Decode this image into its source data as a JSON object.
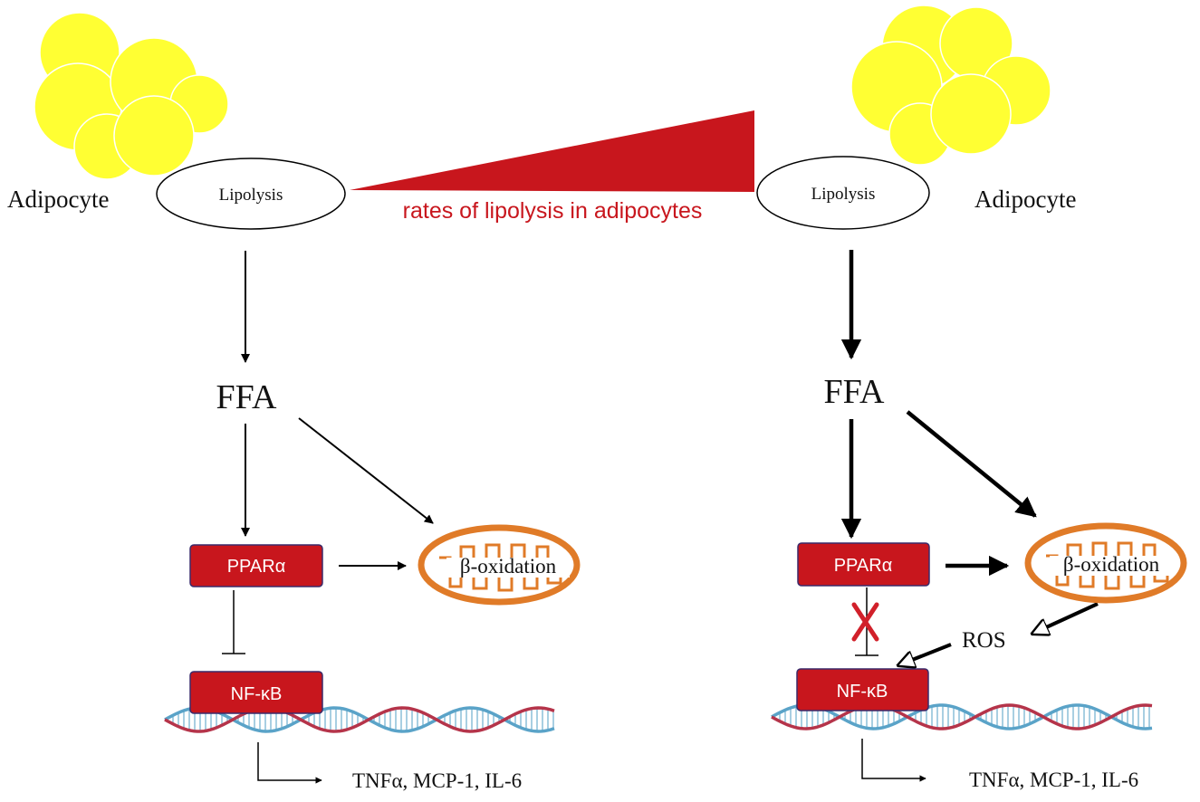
{
  "adipocyte_left_label": "Adipocyte",
  "adipocyte_right_label": "Adipocyte",
  "lipolysis_left_label": "Lipolysis",
  "lipolysis_right_label": "Lipolysis",
  "gradient_label": "rates of lipolysis in adipocytes",
  "ffa_left_label": "FFA",
  "ffa_right_label": "FFA",
  "ppar_left_label": "PPARα",
  "ppar_right_label": "PPARα",
  "beta_ox_left_label": "β-oxidation",
  "beta_ox_right_label": "β-oxidation",
  "nfkb_left_label": "NF-κB",
  "nfkb_right_label": "NF-κB",
  "ros_label": "ROS",
  "cytokines_left_label": "TNFα, MCP-1, IL-6",
  "cytokines_right_label": "TNFα, MCP-1, IL-6",
  "colors": {
    "fat": "#ffff33",
    "red": "#c8161d",
    "mito": "#e07b28",
    "dna_red": "#b5344a",
    "dna_blue": "#5aa3c8"
  }
}
